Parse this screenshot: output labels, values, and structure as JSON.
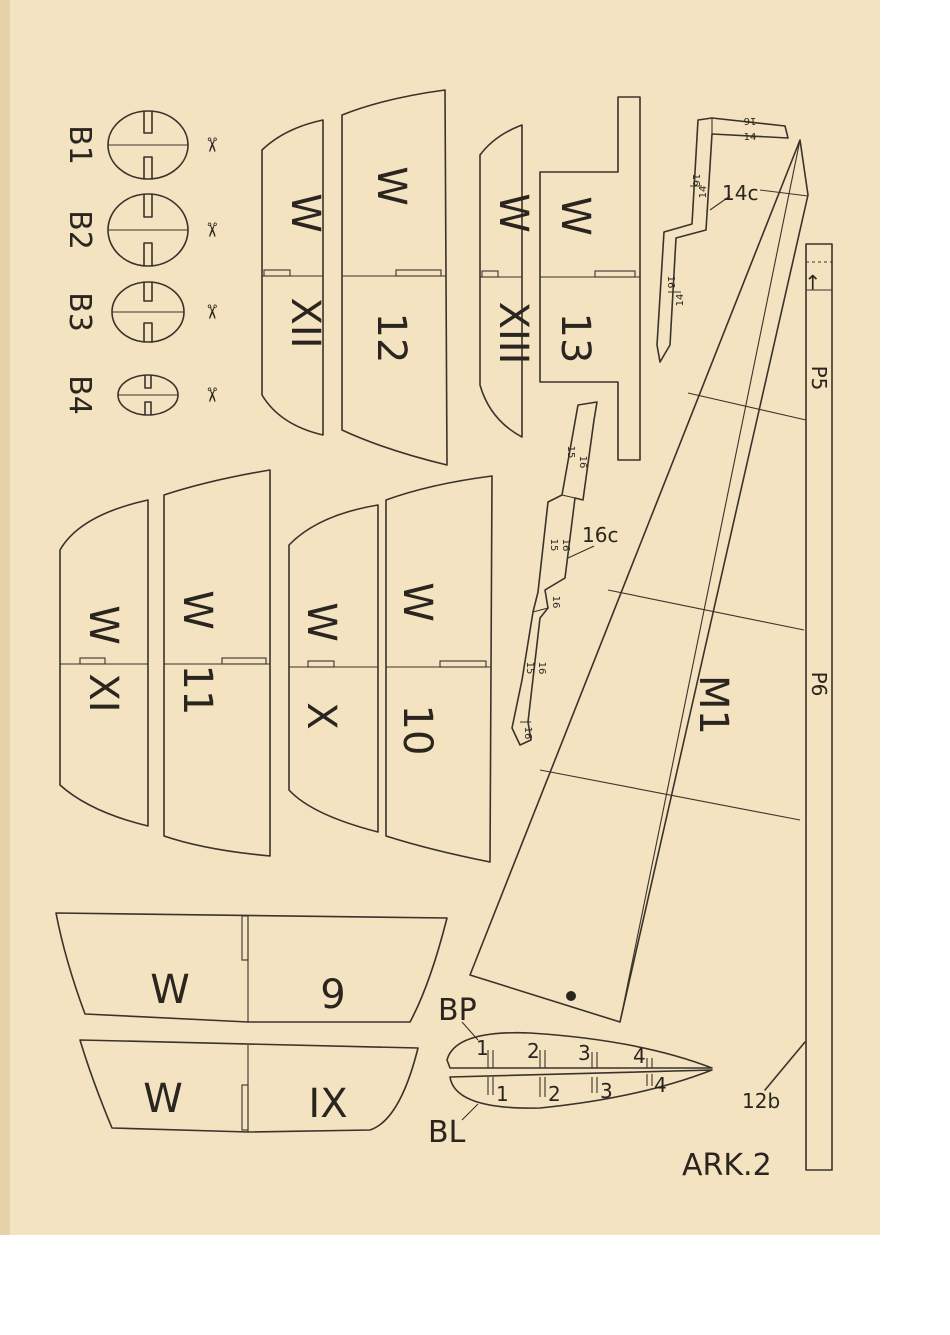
{
  "sheet": {
    "title": "ARK.2",
    "paper_color": "#f3e3c0",
    "line_color": "#3a332c"
  },
  "labels": {
    "w": "W",
    "p5": "P5",
    "p6": "P6",
    "m1": "M1",
    "c14": "14c",
    "c16": "16c",
    "b12": "12b",
    "bp": "BP",
    "bl": "BL",
    "arrow": "→",
    "scissors": "✂"
  },
  "rings": [
    {
      "label": "B1"
    },
    {
      "label": "B2"
    },
    {
      "label": "B3"
    },
    {
      "label": "B4"
    }
  ],
  "parts": {
    "p12": "12",
    "pXII": "XII",
    "p13": "13",
    "pXIII": "XIII",
    "p11": "11",
    "pXI": "XI",
    "p10": "10",
    "pX": "X",
    "p9": "9",
    "pIX": "IX"
  },
  "strip_marks": {
    "m14": "14",
    "m15": "15",
    "m16": "16"
  },
  "rib_marks": {
    "r1": "1",
    "r2": "2",
    "r3": "3",
    "r4": "4"
  }
}
